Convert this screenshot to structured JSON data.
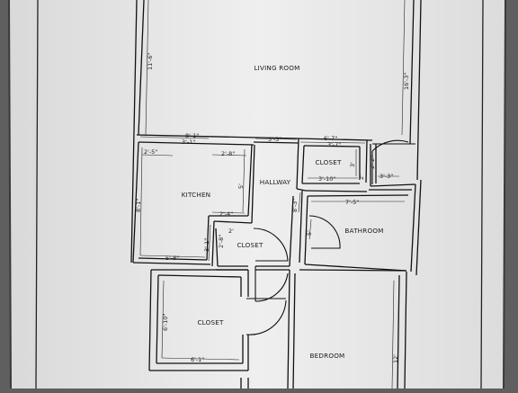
{
  "rooms": {
    "living_room": "LIVING ROOM",
    "kitchen": "KITCHEN",
    "hallway": "HALLWAY",
    "closet_top": "CLOSET",
    "bathroom": "BATHROOM",
    "closet_mid": "CLOSET",
    "closet_left": "CLOSET",
    "bedroom": "BEDROOM"
  },
  "dimensions": {
    "living_height": "11'-6\"",
    "living_right": "16'-3\"",
    "top_a": "8'-1\"",
    "top_b": "3'-1\"",
    "top_c": "3'-3\"",
    "top_d": "6'-7\"",
    "top_e": "3'-7\"",
    "kitchen_a": "2'-5\"",
    "kitchen_b": "2'-8\"",
    "kitchen_left": "8'-1\"",
    "kitchen_right": "5'",
    "kitchen_bottom": "5'-8\"",
    "kitchen_c": "2'-4\"",
    "kitchen_d": "2'",
    "kitchen_e": "3'-1\"",
    "kitchen_f": "2'-8\"",
    "closet_top_w": "3'-10\"",
    "closet_top_h": "3'",
    "closet_top_r": "2'",
    "stub_a": "2'-2\"",
    "stub_b": "3'-3\"",
    "bath_w": "7'-5\"",
    "bath_h": "5'",
    "hall_h": "8'-3\"",
    "closet_left_h": "6'-10\"",
    "closet_left_w": "6'-1\"",
    "bedroom_h": "12'"
  }
}
